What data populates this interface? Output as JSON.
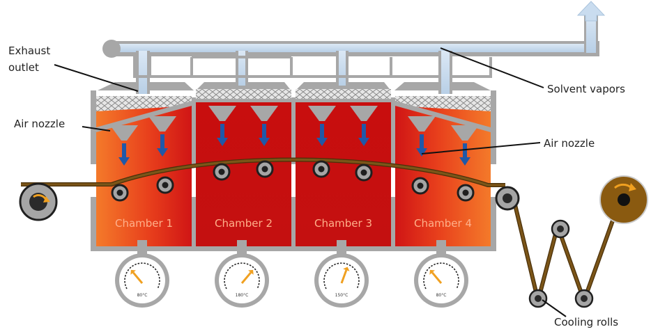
{
  "labels": {
    "exhaust_line1": "Exhaust",
    "exhaust_line2": "outlet",
    "air_nozzle_left": "Air nozzle",
    "air_nozzle_right": "Air nozzle",
    "solvent_vapors": "Solvent vapors",
    "cooling_rolls": "Cooling rolls"
  },
  "chambers": [
    {
      "name": "Chamber 1",
      "temperature": "80°C",
      "needle_deg": -40
    },
    {
      "name": "Chamber 2",
      "temperature": "180°C",
      "needle_deg": 40
    },
    {
      "name": "Chamber 3",
      "temperature": "150°C",
      "needle_deg": 20
    },
    {
      "name": "Chamber 4",
      "temperature": "80°C",
      "needle_deg": -40
    }
  ],
  "colors": {
    "oven_hot": "#d01010",
    "oven_warm": "#f06020",
    "frame": "#a7a7a7",
    "duct": "#c9dcef",
    "air_arrow": "#2058a8",
    "web": "#6e4b10",
    "gauge_needle": "#f0a020",
    "roll_arrow": "#f0a020"
  }
}
